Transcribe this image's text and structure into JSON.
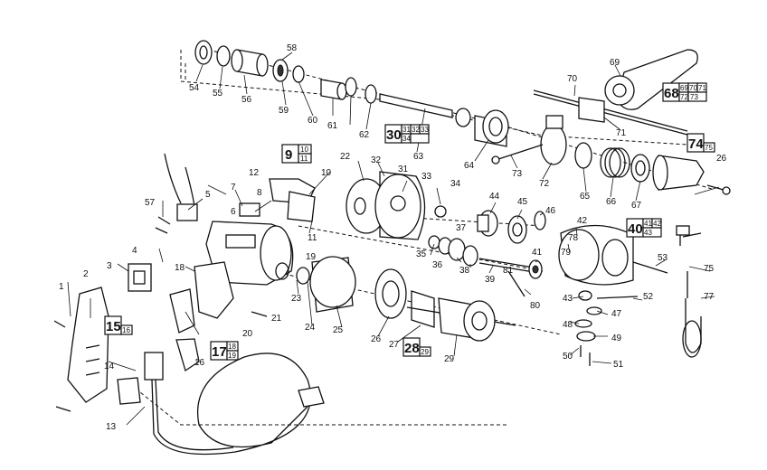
{
  "labels": {
    "l1": "1",
    "l2": "2",
    "l3": "3",
    "l4": "4",
    "l5": "5",
    "l6": "6",
    "l7": "7",
    "l8": "8",
    "l10": "10",
    "l11": "11",
    "l12": "12",
    "l13": "13",
    "l14": "14",
    "l16": "16",
    "l18": "18",
    "l19": "19",
    "l20": "20",
    "l21": "21",
    "l22": "22",
    "l23": "23",
    "l24": "24",
    "l25": "25",
    "l26": "26",
    "l26b": "26",
    "l27": "27",
    "l29": "29",
    "l31": "31",
    "l32": "32",
    "l33": "33",
    "l34": "34",
    "l35": "35",
    "l36": "36",
    "l37": "37",
    "l38": "38",
    "l39": "39",
    "l41": "41",
    "l42": "42",
    "l43": "43",
    "l44": "44",
    "l45": "45",
    "l46": "46",
    "l47": "47",
    "l48": "48",
    "l49": "49",
    "l50": "50",
    "l51": "51",
    "l52": "52",
    "l53": "53",
    "l54": "54",
    "l55": "55",
    "l56": "56",
    "l57": "57",
    "l58": "58",
    "l59": "59",
    "l60": "60",
    "l61": "61",
    "l62": "62",
    "l63": "63",
    "l64": "64",
    "l65": "65",
    "l66": "66",
    "l67": "67",
    "l69": "69",
    "l70": "70",
    "l71": "71",
    "l72": "72",
    "l73": "73",
    "l75": "75",
    "l77": "77",
    "l78": "78",
    "l79": "79",
    "l80": "80",
    "l81": "81"
  },
  "boxes": {
    "b9": {
      "main": "9",
      "s1": "10",
      "s2": "11"
    },
    "b15": {
      "main": "15",
      "s1": "16"
    },
    "b17": {
      "main": "17",
      "s1": "18",
      "s2": "19"
    },
    "b28": {
      "main": "28",
      "s1": "29"
    },
    "b30": {
      "main": "30",
      "s1": "31",
      "s2": "32",
      "s3": "33",
      "s4": "34"
    },
    "b40": {
      "main": "40",
      "s1": "41",
      "s2": "42",
      "s3": "43"
    },
    "b68": {
      "main": "68",
      "s1": "69",
      "s2": "70",
      "s3": "71",
      "s4": "72",
      "s5": "73"
    },
    "b74": {
      "main": "74",
      "s1": "75"
    }
  }
}
